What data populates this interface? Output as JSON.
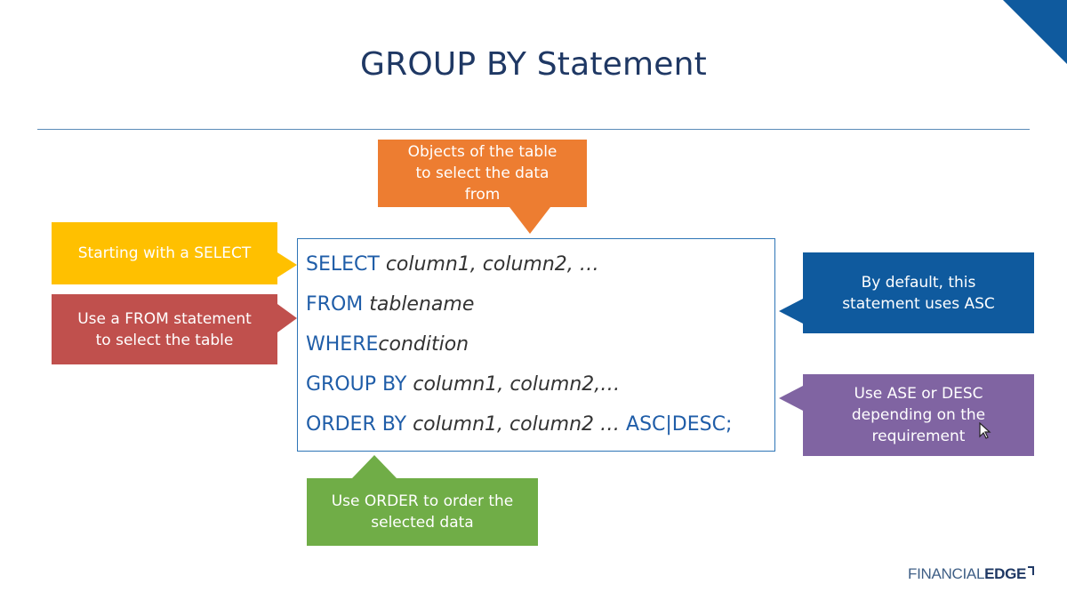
{
  "slide": {
    "title": "GROUP BY Statement"
  },
  "code": {
    "lines": [
      {
        "keyword": "SELECT",
        "args": "column1, column2, …",
        "suffix": ""
      },
      {
        "keyword": "FROM",
        "args": "tablename",
        "suffix": ""
      },
      {
        "keyword": "WHERE",
        "args": "condition",
        "suffix": ""
      },
      {
        "keyword": "GROUP BY",
        "args": "column1, column2,…",
        "suffix": ""
      },
      {
        "keyword": "ORDER BY",
        "args": "column1, column2 …",
        "suffix": "ASC|DESC;"
      }
    ]
  },
  "callouts": {
    "objects": "Objects of the table\nto select the data\nfrom",
    "select": "Starting with a SELECT",
    "from": "Use a FROM statement\nto select the table",
    "default": "By default, this\nstatement uses ASC",
    "asedesc": "Use ASE or DESC\ndepending on the\nrequirement",
    "order": "Use ORDER to order the\nselected data"
  },
  "logo": {
    "part1": "FINANCIAL",
    "part2": "EDGE"
  },
  "colors": {
    "title": "#1f3864",
    "orange": "#ed7d31",
    "yellow": "#ffc000",
    "red": "#c0504d",
    "blue": "#0f5a9e",
    "purple": "#8064a2",
    "green": "#70ad47",
    "code_keyword": "#1f5da8"
  }
}
